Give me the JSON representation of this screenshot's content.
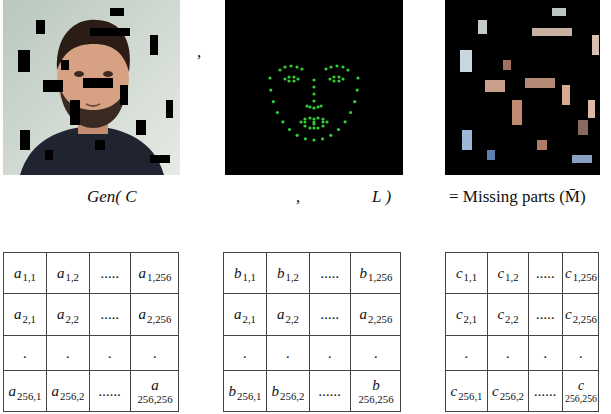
{
  "diagram": {
    "labels": [
      ",",
      "Gen( C",
      ",",
      "L )",
      "= Missing parts (M̄)",
      "a",
      "1,1",
      "a",
      "1,2",
      ".....",
      "a",
      "1,256",
      "a",
      "2,1",
      "a",
      "2,2",
      ".....",
      "a",
      "2,256",
      ".",
      ".",
      ".",
      ".",
      "a",
      "256,1",
      "a",
      "256,2",
      "......",
      "a",
      "256,256",
      "b",
      "1,1",
      "b",
      "1,2",
      ".....",
      "b",
      "1,256",
      "a",
      "2,1",
      "a",
      "2,2",
      ".....",
      "a",
      "2,256",
      ".",
      ".",
      ".",
      ".",
      "b",
      "256,1",
      "b",
      "256,2",
      "......",
      "b",
      "256,256",
      "c",
      "1,1",
      "c",
      "1,2",
      ".....",
      "c",
      "1,256",
      "c",
      "2,1",
      "c",
      "2,2",
      ".....",
      "c",
      "2,256",
      ".",
      ".",
      ".",
      ".",
      "c",
      "256,1",
      "c",
      "256,2",
      "......",
      "c",
      "256,256"
    ]
  }
}
